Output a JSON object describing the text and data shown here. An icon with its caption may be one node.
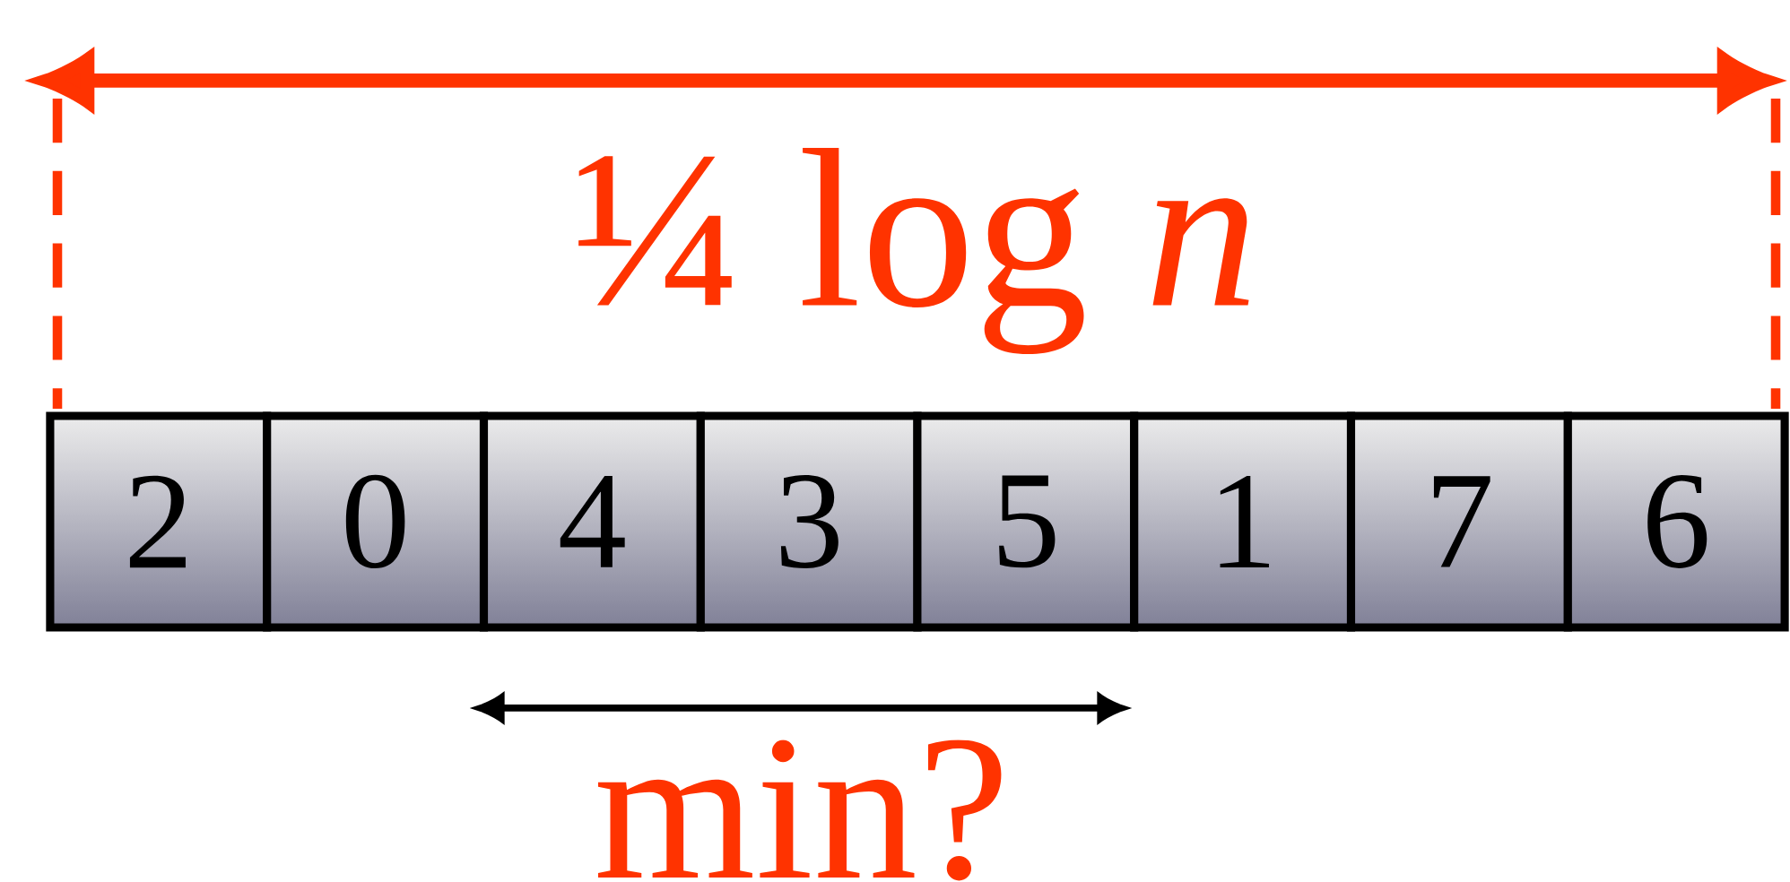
{
  "diagram": {
    "nodes": [
      {
        "text": [
          "2"
        ]
      },
      {
        "text": [
          "0"
        ]
      },
      {
        "text": [
          "4"
        ]
      },
      {
        "text": [
          "3"
        ]
      },
      {
        "text": [
          "5"
        ]
      },
      {
        "text": [
          "1"
        ]
      },
      {
        "text": [
          "7"
        ]
      },
      {
        "text": [
          "6"
        ]
      }
    ],
    "labels": [
      "¼ log *n*",
      "min?"
    ]
  }
}
